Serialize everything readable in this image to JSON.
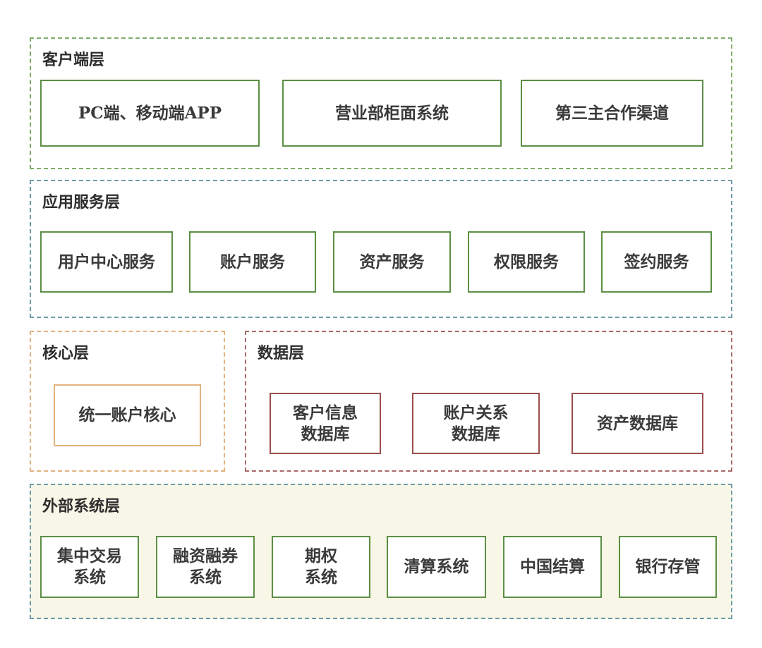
{
  "client": {
    "title": "客户端层",
    "items": [
      "PC端、移动端APP",
      "营业部柜面系统",
      "第三主合作渠道"
    ]
  },
  "service": {
    "title": "应用服务层",
    "items": [
      "用户中心服务",
      "账户服务",
      "资产服务",
      "权限服务",
      "签约服务"
    ]
  },
  "core": {
    "title": "核心层",
    "items": [
      "统一账户核心"
    ]
  },
  "data": {
    "title": "数据层",
    "items": [
      "客户信息\n数据库",
      "账户关系\n数据库",
      "资产数据库"
    ]
  },
  "external": {
    "title": "外部系统层",
    "items": [
      "集中交易\n系统",
      "融资融券\n系统",
      "期权\n系统",
      "清算系统",
      "中国结算",
      "银行存管"
    ]
  },
  "colors": {
    "client_border": "#7fae6b",
    "service_border": "#6f9ea8",
    "core_border": "#e2b27f",
    "data_border": "#a96a6a",
    "external_bg": "#f8f6e6",
    "box_green": "#5c8f45",
    "box_red": "#9b4e4e"
  }
}
